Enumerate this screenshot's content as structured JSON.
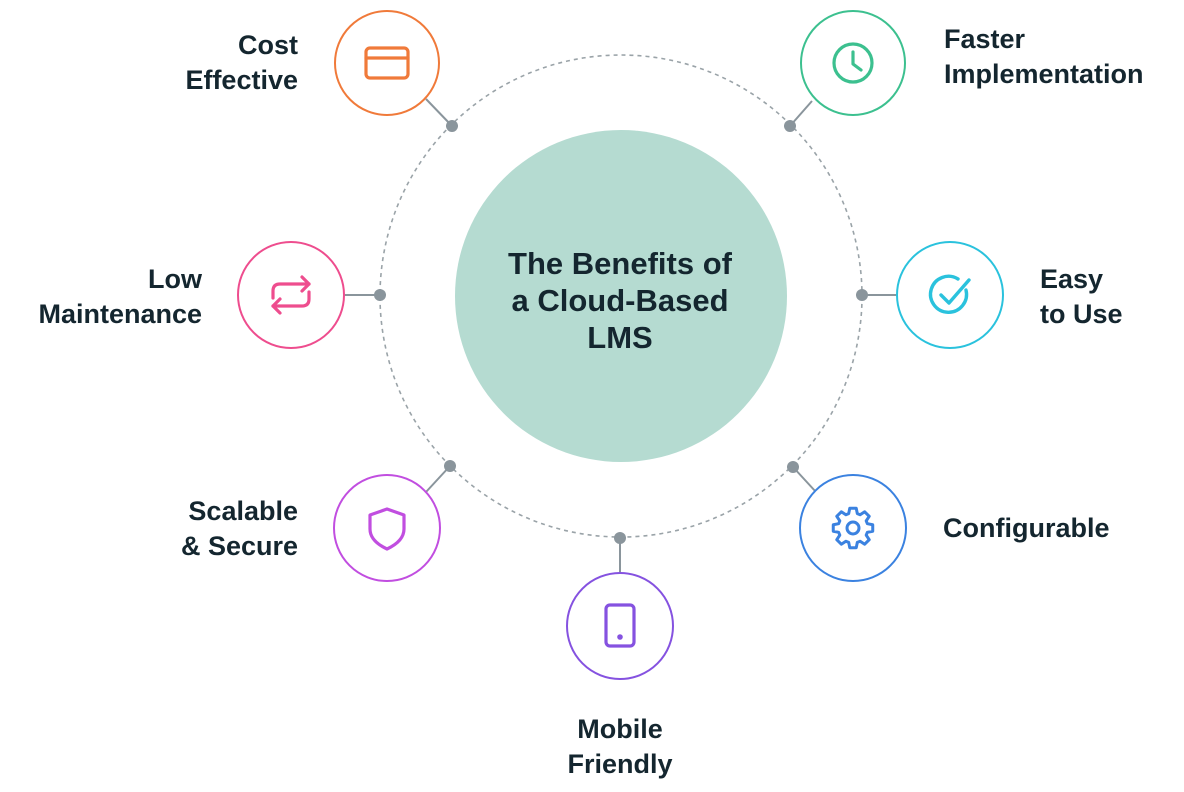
{
  "center": {
    "line1": "The Benefits of",
    "line2": "a Cloud-Based",
    "line3": "LMS",
    "fill": "#b5dbd1"
  },
  "ring_color": "#9aa3a8",
  "connector_color": "#8a959c",
  "benefits": [
    {
      "id": "cost-effective",
      "line1": "Cost",
      "line2": "Effective",
      "icon": "credit-card-icon",
      "color": "#f07a3a"
    },
    {
      "id": "faster-implementation",
      "line1": "Faster",
      "line2": "Implementation",
      "icon": "clock-icon",
      "color": "#3cc08f"
    },
    {
      "id": "low-maintenance",
      "line1": "Low",
      "line2": "Maintenance",
      "icon": "refresh-arrows-icon",
      "color": "#ee4d8e"
    },
    {
      "id": "easy-to-use",
      "line1": "Easy",
      "line2": "to Use",
      "icon": "check-circle-icon",
      "color": "#2ac2dd"
    },
    {
      "id": "scalable-secure",
      "line1": "Scalable",
      "line2": "& Secure",
      "icon": "shield-icon",
      "color": "#c14ee0"
    },
    {
      "id": "configurable",
      "line1": "Configurable",
      "line2": "",
      "icon": "gear-icon",
      "color": "#3b82e0"
    },
    {
      "id": "mobile-friendly",
      "line1": "Mobile",
      "line2": "Friendly",
      "icon": "mobile-phone-icon",
      "color": "#8552e0"
    }
  ]
}
